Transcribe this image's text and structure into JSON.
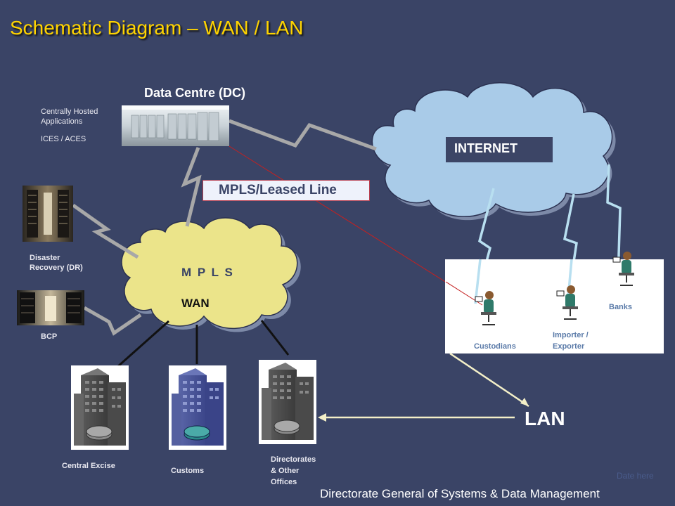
{
  "title": "Schematic Diagram – WAN / LAN",
  "data_centre": {
    "label": "Data Centre (DC)",
    "note_line1": "Centrally Hosted",
    "note_line2": "Applications",
    "note_line3": "ICES / ACES"
  },
  "internet": {
    "label": "INTERNET"
  },
  "mpls_link": {
    "label": "MPLS/Leased Line"
  },
  "wan_cloud": {
    "line1": "M P L S",
    "line2": "WAN"
  },
  "sites": {
    "dr_line1": "Disaster",
    "dr_line2": "Recovery (DR)",
    "bcp": "BCP"
  },
  "offices": {
    "central_excise": "Central Excise",
    "customs": "Customs",
    "directorates_line1": "Directorates",
    "directorates_line2": "& Other",
    "directorates_line3": "Offices"
  },
  "users": {
    "custodians": "Custodians",
    "importer_line1": "Importer /",
    "importer_line2": "Exporter",
    "banks": "Banks"
  },
  "lan": {
    "label": "LAN"
  },
  "footer": {
    "date": "Date here",
    "org": "Directorate General of Systems & Data Management"
  },
  "colors": {
    "background": "#3a4466",
    "title": "#ffd400",
    "internet_cloud": "#a9cbe8",
    "wan_cloud": "#ebe48a",
    "link_gray": "#a8a8a8",
    "link_lightblue": "#b8dff0",
    "link_red": "#c42020"
  }
}
